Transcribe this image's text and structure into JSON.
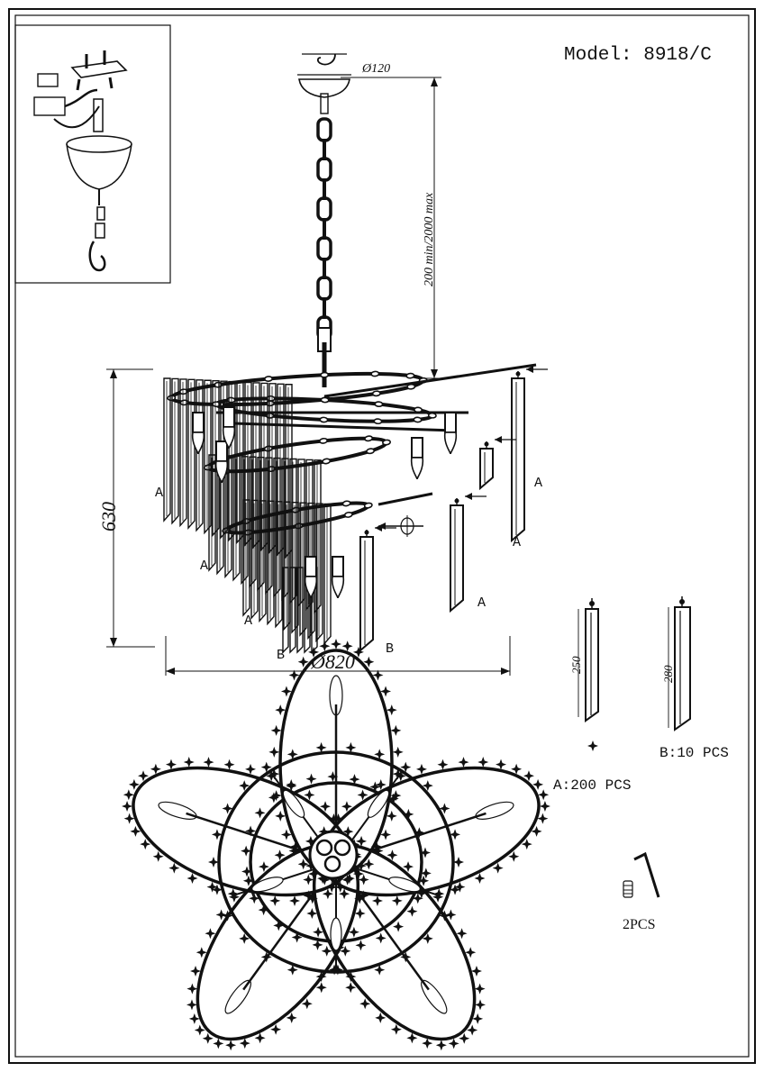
{
  "model_label": "Model: 8918/C",
  "dimensions": {
    "canopy_diameter": "Ø120",
    "chain_length": "200 min/2000 max",
    "height": "630",
    "diameter": "Ø820"
  },
  "crystal_labels": {
    "a": "A",
    "b": "B"
  },
  "parts": {
    "crystal_a_length": "250",
    "crystal_b_length": "280",
    "crystal_a_qty": "A:200 PCS",
    "crystal_b_qty": "B:10 PCS",
    "tool_qty": "2PCS"
  },
  "colors": {
    "line": "#111111",
    "background": "#ffffff"
  }
}
